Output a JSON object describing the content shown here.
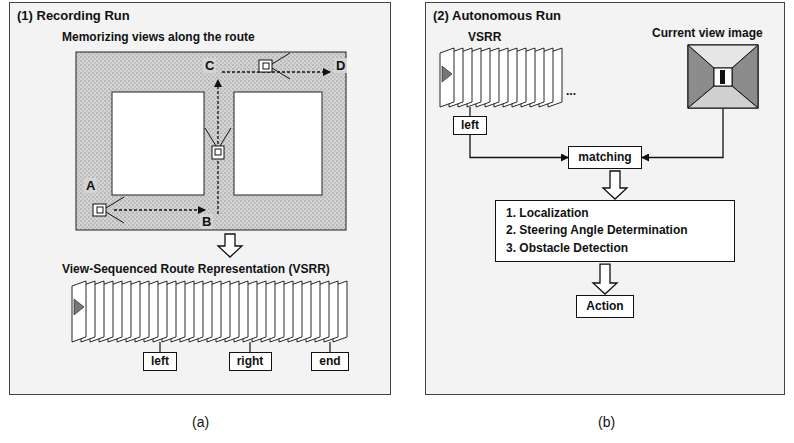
{
  "diagram": {
    "nodes": [
      {
        "text": [
          "(1) Recording Run"
        ]
      },
      {
        "text": [
          "left"
        ],
        "in": 0
      },
      {
        "text": [
          "right"
        ],
        "in": 0
      },
      {
        "text": [
          "end"
        ],
        "in": 0
      },
      {
        "text": [
          "(2) Autonomous Run"
        ]
      },
      {
        "text": [
          "left"
        ],
        "in": 4
      },
      {
        "text": [
          "matching"
        ],
        "in": 4
      },
      {
        "text": [
          "1. Localization",
          "2. Steering Angle Determination",
          "3. Obstacle Detection"
        ],
        "in": 4
      },
      {
        "text": [
          "Action"
        ],
        "in": 4
      }
    ],
    "edges": [
      {
        "from": 5,
        "to": 6,
        "arrow": "to"
      },
      {
        "from": 6,
        "to": 7,
        "arrow": "to"
      },
      {
        "from": 7,
        "to": 8,
        "arrow": "to"
      }
    ],
    "labels": [
      "Memorizing views along the route",
      "A",
      "B",
      "C",
      "D",
      "View-Sequenced Route Representation (VSRR)",
      "VSRR",
      "Current view image",
      "...",
      "(a)",
      "(b)"
    ]
  }
}
